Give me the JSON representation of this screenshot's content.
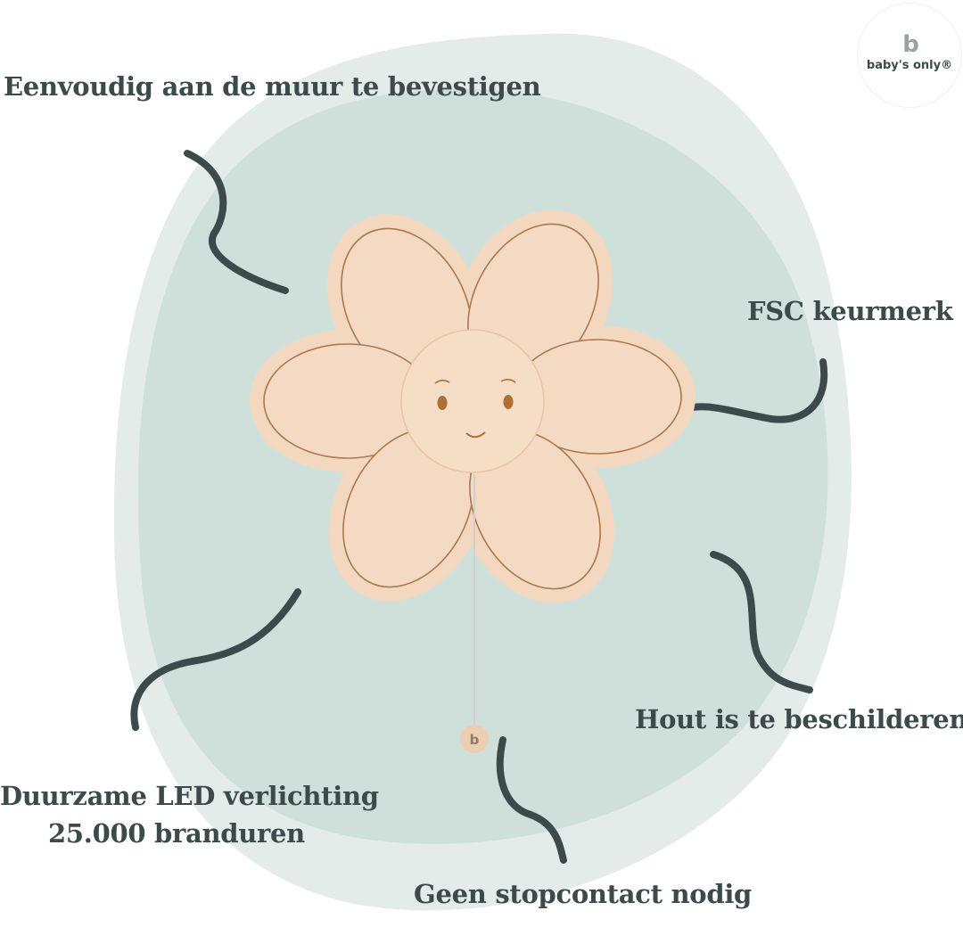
{
  "brand": {
    "logo_mark": "b",
    "name": "baby's only®"
  },
  "features": {
    "wall_mount": "Eenvoudig aan de muur te bevestigen",
    "fsc": "FSC keurmerk",
    "paintable": "Hout is te beschilderen",
    "led_line1": "Duurzame LED verlichting",
    "led_line2": "25.000 branduren",
    "no_socket": "Geen stopcontact nodig"
  },
  "pull_bead_mark": "b",
  "colors": {
    "blob_outer": "#e4ecea",
    "blob_inner": "#cfe0db",
    "wood": "#f3d8bf",
    "wood_line": "#a8784e",
    "squiggle": "#3d4a4b",
    "text": "#3d4a4b"
  }
}
